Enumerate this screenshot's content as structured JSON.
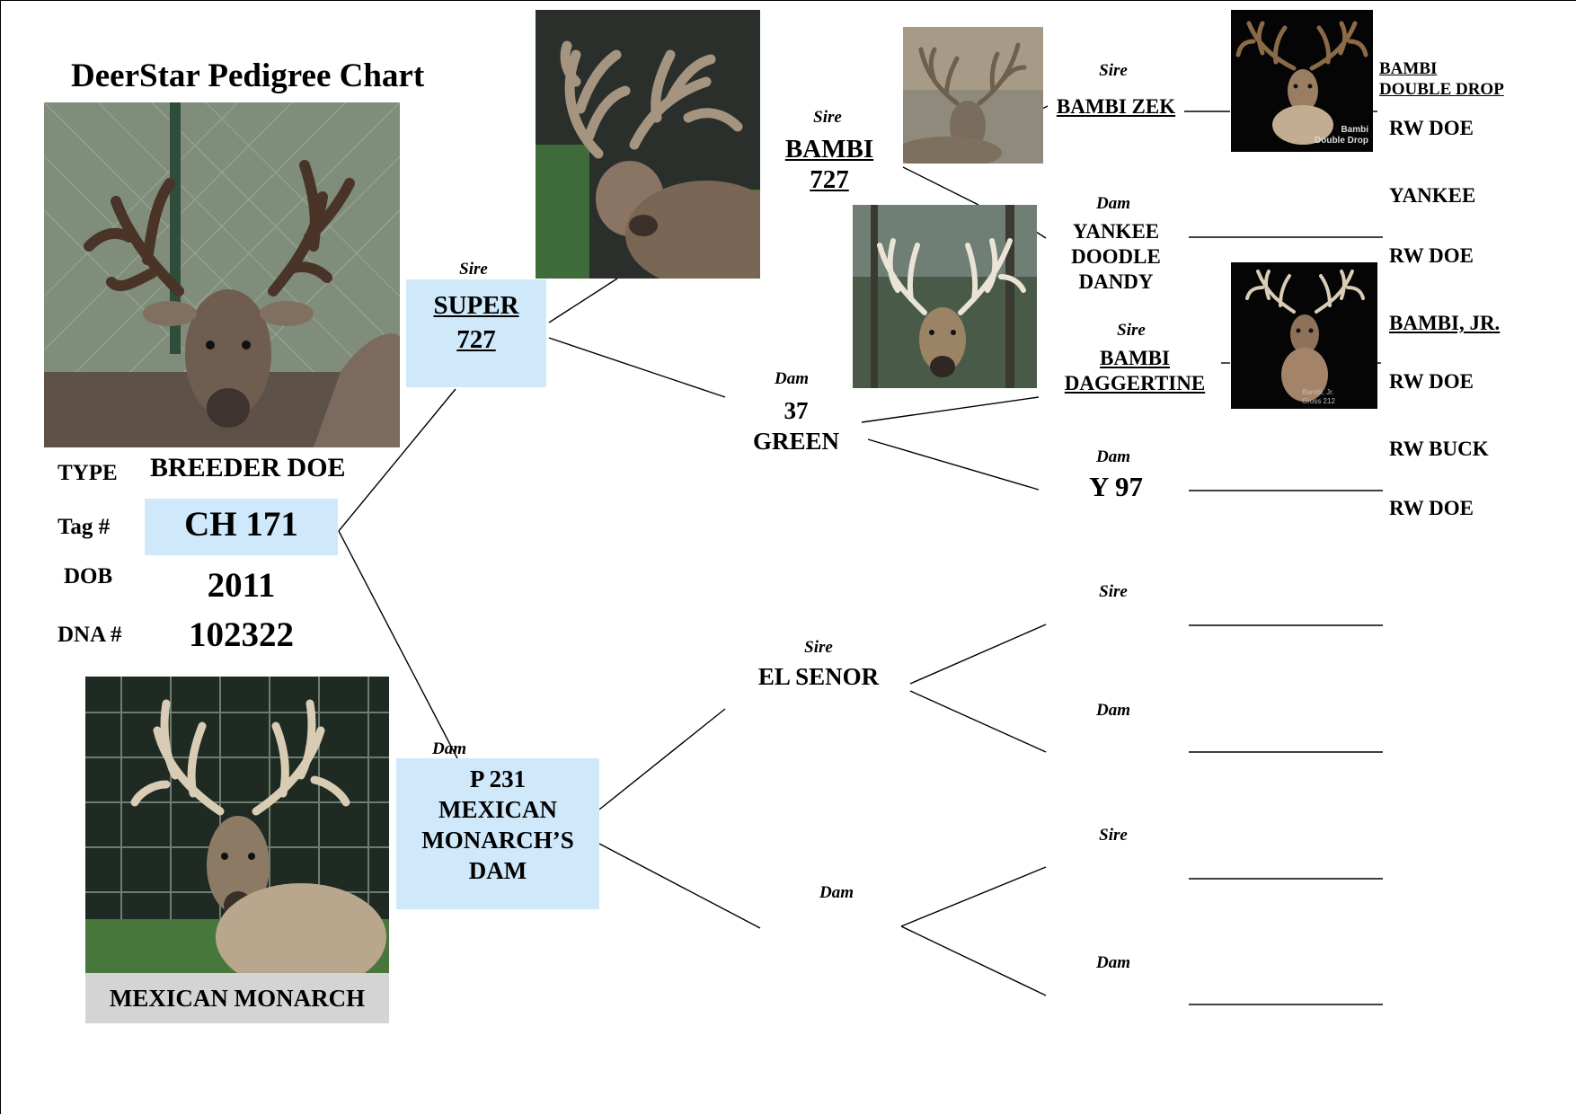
{
  "chart_title": "DeerStar Pedigree Chart",
  "subject": {
    "type_label": "TYPE",
    "type_value": "BREEDER DOE",
    "tag_label": "Tag #",
    "tag_value": "CH 171",
    "dob_label": "DOB",
    "dob_value": "2011",
    "dna_label": "DNA #",
    "dna_value": "102322"
  },
  "monarch_caption": "MEXICAN MONARCH",
  "roles": {
    "sire": "Sire",
    "dam": "Dam"
  },
  "gen1": {
    "sire": {
      "lines": [
        "SUPER",
        "727"
      ]
    },
    "dam": {
      "lines": [
        "P 231",
        "MEXICAN",
        "MONARCH’S",
        "DAM"
      ]
    }
  },
  "gen2": {
    "sire_sire": {
      "lines": [
        "BAMBI",
        "727"
      ]
    },
    "sire_dam": {
      "lines": [
        "37",
        "GREEN"
      ]
    },
    "dam_sire": {
      "lines": [
        "EL SENOR"
      ]
    },
    "dam_dam": {
      "lines": []
    }
  },
  "gen3": {
    "bambi_zek": "BAMBI ZEK",
    "yankee": {
      "lines": [
        "YANKEE",
        "DOODLE",
        "DANDY"
      ]
    },
    "daggertine": {
      "lines": [
        "BAMBI",
        "DAGGERTINE"
      ]
    },
    "y97": "Y 97"
  },
  "gen4": {
    "double_drop": {
      "lines": [
        "BAMBI",
        "DOUBLE DROP"
      ]
    },
    "rw_doe": "RW DOE",
    "yankee": "YANKEE",
    "bambi_jr": "BAMBI, JR.",
    "rw_buck": "RW BUCK"
  },
  "photo_captions": {
    "double_drop": [
      "Bambi",
      "Double Drop"
    ],
    "bambi_jr": [
      "Bambi, Jr.",
      "Gross 212"
    ]
  },
  "colors": {
    "box_fill": "#cfe9fb",
    "caption_fill": "#d4d4d4"
  }
}
